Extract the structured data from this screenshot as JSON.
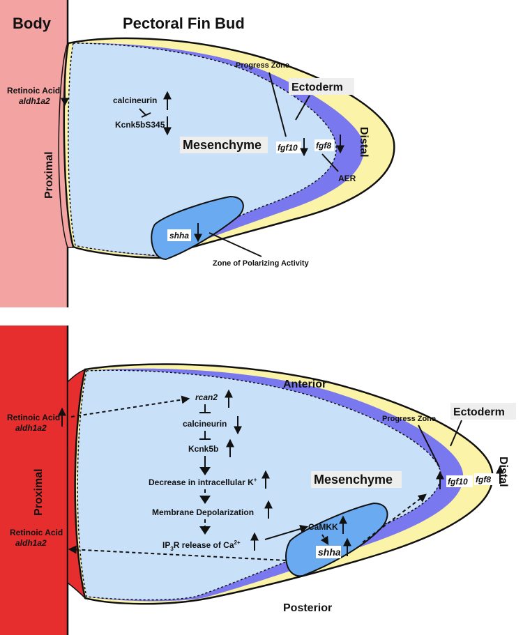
{
  "top_panel": {
    "body_label": "Body",
    "title": "Pectoral Fin Bud",
    "proximal_label": "Proximal",
    "distal_label": "Distal",
    "retinoic_acid": "Retinoic Acid",
    "aldh1a2": "aldh1a2",
    "calcineurin": "calcineurin",
    "kcnk5b": "Kcnk5bS345",
    "mesenchyme": "Mesenchyme",
    "progress_zone": "Progress Zone",
    "ectoderm": "Ectoderm",
    "fgf10": "fgf10",
    "fgf8": "fgf8",
    "aer": "AER",
    "shha": "shha",
    "zpa": "Zone of Polarizing Activity"
  },
  "bottom_panel": {
    "proximal_label": "Proximal",
    "distal_label": "Distal",
    "anterior_label": "Anterior",
    "posterior_label": "Posterior",
    "retinoic_acid_top": "Retinoic Acid",
    "aldh1a2_top": "aldh1a2",
    "retinoic_acid_bottom": "Retinoic Acid",
    "aldh1a2_bottom": "aldh1a2",
    "rcan2": "rcan2",
    "calcineurin": "calcineurin",
    "kcnk5b": "Kcnk5b",
    "decrease_k": "Decrease in intracellular K",
    "decrease_k_sup": "+",
    "membrane_depol": "Membrane Depolarization",
    "ip3r_a": "IP",
    "ip3r_sub": "3",
    "ip3r_b": "R release of Ca",
    "ip3r_sup": "2+",
    "camkk": "CaMKK",
    "mesenchyme": "Mesenchyme",
    "progress_zone": "Progress Zone",
    "ectoderm": "Ectoderm",
    "fgf10": "fgf10",
    "fgf8": "fgf8",
    "shha": "shha"
  },
  "colors": {
    "body_top": "#f4a3a3",
    "body_bottom": "#e62e2e",
    "mesenchyme": "#c8e0f8",
    "progress_zone": "#7a78ee",
    "ectoderm": "#fbf3a8",
    "zpa": "#6aaaf0"
  }
}
